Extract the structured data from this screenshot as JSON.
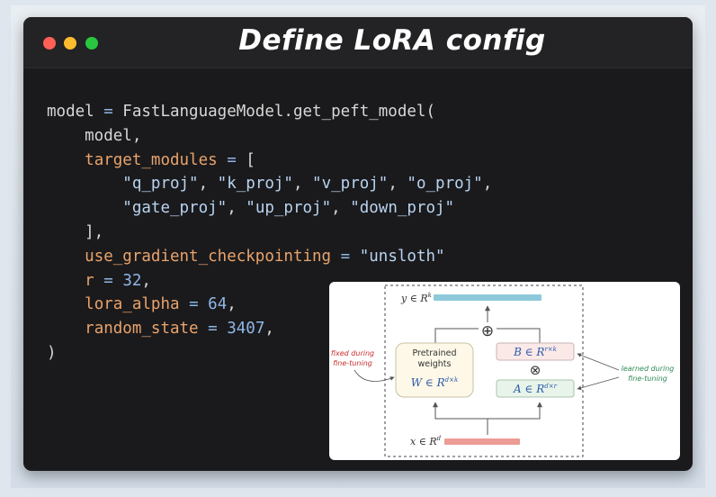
{
  "window": {
    "title": "Define LoRA config",
    "controls": [
      "close",
      "minimize",
      "zoom"
    ]
  },
  "code": {
    "lines": [
      [
        {
          "t": "model ",
          "c": "plain"
        },
        {
          "t": "=",
          "c": "op"
        },
        {
          "t": " FastLanguageModel.get_peft_model(",
          "c": "plain"
        }
      ],
      [
        {
          "t": "    model,",
          "c": "plain"
        }
      ],
      [
        {
          "t": "    ",
          "c": "plain"
        },
        {
          "t": "target_modules",
          "c": "arg"
        },
        {
          "t": " ",
          "c": "plain"
        },
        {
          "t": "=",
          "c": "op"
        },
        {
          "t": " [",
          "c": "plain"
        }
      ],
      [
        {
          "t": "        ",
          "c": "plain"
        },
        {
          "t": "\"q_proj\"",
          "c": "str"
        },
        {
          "t": ", ",
          "c": "plain"
        },
        {
          "t": "\"k_proj\"",
          "c": "str"
        },
        {
          "t": ", ",
          "c": "plain"
        },
        {
          "t": "\"v_proj\"",
          "c": "str"
        },
        {
          "t": ", ",
          "c": "plain"
        },
        {
          "t": "\"o_proj\"",
          "c": "str"
        },
        {
          "t": ",",
          "c": "plain"
        }
      ],
      [
        {
          "t": "        ",
          "c": "plain"
        },
        {
          "t": "\"gate_proj\"",
          "c": "str"
        },
        {
          "t": ", ",
          "c": "plain"
        },
        {
          "t": "\"up_proj\"",
          "c": "str"
        },
        {
          "t": ", ",
          "c": "plain"
        },
        {
          "t": "\"down_proj\"",
          "c": "str"
        }
      ],
      [
        {
          "t": "    ],",
          "c": "plain"
        }
      ],
      [
        {
          "t": "    ",
          "c": "plain"
        },
        {
          "t": "use_gradient_checkpointing",
          "c": "arg"
        },
        {
          "t": " ",
          "c": "plain"
        },
        {
          "t": "=",
          "c": "op"
        },
        {
          "t": " ",
          "c": "plain"
        },
        {
          "t": "\"unsloth\"",
          "c": "str"
        }
      ],
      [
        {
          "t": "    ",
          "c": "plain"
        },
        {
          "t": "r",
          "c": "arg"
        },
        {
          "t": " ",
          "c": "plain"
        },
        {
          "t": "=",
          "c": "op"
        },
        {
          "t": " ",
          "c": "plain"
        },
        {
          "t": "32",
          "c": "num"
        },
        {
          "t": ",",
          "c": "plain"
        }
      ],
      [
        {
          "t": "    ",
          "c": "plain"
        },
        {
          "t": "lora_alpha",
          "c": "arg"
        },
        {
          "t": " ",
          "c": "plain"
        },
        {
          "t": "=",
          "c": "op"
        },
        {
          "t": " ",
          "c": "plain"
        },
        {
          "t": "64",
          "c": "num"
        },
        {
          "t": ",",
          "c": "plain"
        }
      ],
      [
        {
          "t": "    ",
          "c": "plain"
        },
        {
          "t": "random_state",
          "c": "arg"
        },
        {
          "t": " ",
          "c": "plain"
        },
        {
          "t": "=",
          "c": "op"
        },
        {
          "t": " ",
          "c": "plain"
        },
        {
          "t": "3407",
          "c": "num"
        },
        {
          "t": ",",
          "c": "plain"
        }
      ],
      [
        {
          "t": ")",
          "c": "plain"
        }
      ]
    ]
  },
  "diagram": {
    "output_label": "y ∈ R",
    "output_sup": "k",
    "input_label": "x ∈ R",
    "input_sup": "d",
    "pretrained_line1": "Pretrained",
    "pretrained_line2": "weights",
    "pretrained_eq": "W ∈ R",
    "pretrained_sup": "d×k",
    "b_eq": "B ∈ R",
    "b_sup": "r×k",
    "a_eq": "A ∈ R",
    "a_sup": "d×r",
    "plus_symbol": "⊕",
    "times_symbol": "⊗",
    "fixed_line1": "fixed during",
    "fixed_line2": "fine-tuning",
    "learned_line1": "learned during",
    "learned_line2": "fine-tuning",
    "colors": {
      "output_bar": "#8ec9db",
      "input_bar": "#ec9c94",
      "pretrained_fill": "#fdf8e8",
      "b_fill": "#fbe9e8",
      "a_fill": "#e8f4ea",
      "fixed_text": "#c62f2f",
      "learned_text": "#2e8b57",
      "code_arg": "#e9a36b",
      "code_op": "#8fb7e6",
      "code_string": "#b9d3f0"
    }
  }
}
